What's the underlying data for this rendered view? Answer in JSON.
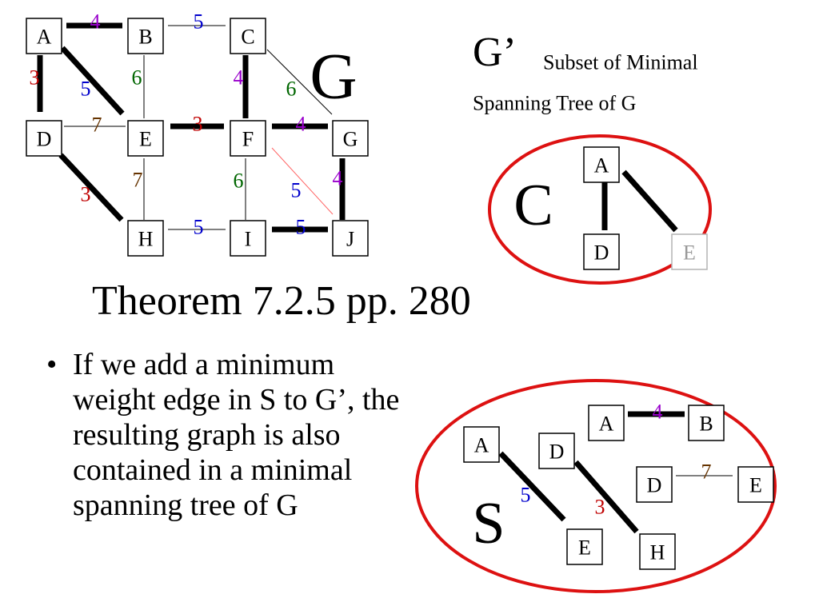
{
  "title": "Theorem 7.2.5 pp. 280",
  "bullet": {
    "marker": "•",
    "text": "If we add a minimum weight edge in S to G’, the resulting graph is also contained in a minimal spanning tree of G"
  },
  "colors": {
    "edge_weight_3": "#c00000",
    "edge_weight_4": "#9900cc",
    "edge_weight_5": "#0000cc",
    "edge_weight_6": "#006600",
    "edge_weight_7": "#663300",
    "ellipse": "#dd1111",
    "faded_node": "#999999",
    "highlight_edge": "#ff6666"
  },
  "graph_g": {
    "label": "G",
    "nodes": [
      "A",
      "B",
      "C",
      "D",
      "E",
      "F",
      "G",
      "H",
      "I",
      "J"
    ],
    "edges": [
      {
        "from": "A",
        "to": "B",
        "weight": "4",
        "selected": true
      },
      {
        "from": "B",
        "to": "C",
        "weight": "5",
        "selected": false
      },
      {
        "from": "A",
        "to": "D",
        "weight": "3",
        "selected": true
      },
      {
        "from": "A",
        "to": "E",
        "weight": "5",
        "selected": true
      },
      {
        "from": "B",
        "to": "E",
        "weight": "6",
        "selected": false
      },
      {
        "from": "C",
        "to": "F",
        "weight": "4",
        "selected": true
      },
      {
        "from": "C",
        "to": "G",
        "weight": "6",
        "selected": false
      },
      {
        "from": "D",
        "to": "E",
        "weight": "7",
        "selected": false
      },
      {
        "from": "E",
        "to": "F",
        "weight": "3",
        "selected": true
      },
      {
        "from": "F",
        "to": "G",
        "weight": "4",
        "selected": true
      },
      {
        "from": "D",
        "to": "H",
        "weight": "3",
        "selected": true
      },
      {
        "from": "E",
        "to": "H",
        "weight": "7",
        "selected": false
      },
      {
        "from": "F",
        "to": "I",
        "weight": "6",
        "selected": false
      },
      {
        "from": "F",
        "to": "J",
        "weight": "5",
        "selected": false
      },
      {
        "from": "G",
        "to": "J",
        "weight": "4",
        "selected": true
      },
      {
        "from": "H",
        "to": "I",
        "weight": "5",
        "selected": false
      },
      {
        "from": "I",
        "to": "J",
        "weight": "5",
        "selected": true
      }
    ]
  },
  "subset": {
    "label": "G’",
    "caption_line1": "Subset of Minimal",
    "caption_line2": "Spanning Tree of G"
  },
  "component_c": {
    "label": "C",
    "nodes": [
      "A",
      "D",
      "E"
    ],
    "faded_nodes": [
      "E"
    ]
  },
  "set_s": {
    "label": "S",
    "pairs": [
      {
        "from": "A",
        "to": "B",
        "weight": "4",
        "selected": true
      },
      {
        "from": "A",
        "to": "E",
        "weight": "5",
        "selected": true
      },
      {
        "from": "D",
        "to": "H",
        "weight": "3",
        "selected": true
      },
      {
        "from": "D",
        "to": "E",
        "weight": "7",
        "selected": false
      }
    ]
  }
}
